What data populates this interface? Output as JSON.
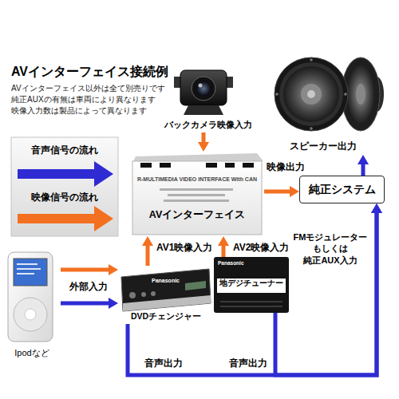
{
  "diagram": {
    "title": "AVインターフェイス接続例",
    "nodes": [
      {
        "text": [
          "バックカメラ映像入力"
        ]
      },
      {
        "text": [
          "スピーカー出力"
        ]
      },
      {
        "text": [
          "AVインターフェイス"
        ]
      },
      {
        "text": [
          "純正システム"
        ]
      },
      {
        "text": [
          "Ipodなど"
        ]
      },
      {
        "text": [
          "DVDチェンジャー"
        ]
      },
      {
        "text": [
          "地デジチューナー"
        ]
      }
    ],
    "edges": [
      {
        "from": 0,
        "to": 2,
        "arrow": "to"
      },
      {
        "from": 2,
        "to": 3,
        "label": "映像出力",
        "arrow": "to"
      },
      {
        "from": 3,
        "to": 1,
        "arrow": "to"
      },
      {
        "from": 4,
        "to": 5,
        "label": "外部入力",
        "arrow": "to"
      },
      {
        "from": 4,
        "to": 5,
        "arrow": "to"
      },
      {
        "from": 5,
        "to": 2,
        "label": "AV1映像入力",
        "arrow": "to"
      },
      {
        "from": 6,
        "to": 2,
        "label": "AV2映像入力",
        "arrow": "to"
      },
      {
        "from": 5,
        "to": 3,
        "label": "音声出力",
        "arrow": "to"
      },
      {
        "from": 6,
        "to": 3,
        "label": "音声出力",
        "arrow": "to"
      }
    ],
    "labels": [
      "AVインターフェイス以外は全て別売りです",
      "純正AUXの有無は車両により異なります",
      "映像入力数は製品によって異なります",
      "R-MULTIMEDIA VIDEO INTERFACE With CAN",
      "Panasonic",
      "Panasonic",
      "FMモジュレーター もしくは 純正AUX入力"
    ],
    "legend": [
      {
        "text": "音声信号の流れ"
      },
      {
        "text": "映像信号の流れ"
      }
    ]
  }
}
